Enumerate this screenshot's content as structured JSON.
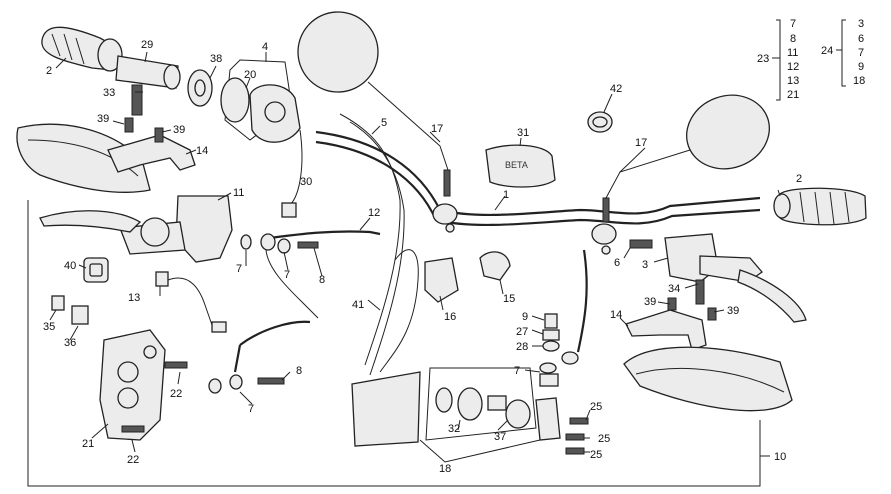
{
  "callouts": {
    "c1": "1",
    "c2a": "2",
    "c2b": "2",
    "c3": "3",
    "c4": "4",
    "c5": "5",
    "c6": "6",
    "c7a": "7",
    "c7b": "7",
    "c7c": "7",
    "c7d": "7",
    "c8a": "8",
    "c8b": "8",
    "c9": "9",
    "c10": "10",
    "c11": "11",
    "c12": "12",
    "c13": "13",
    "c14a": "14",
    "c14b": "14",
    "c15": "15",
    "c16": "16",
    "c17a": "17",
    "c17b": "17",
    "c18": "18",
    "c20": "20",
    "c21": "21",
    "c22a": "22",
    "c22b": "22",
    "c23": "23",
    "c24": "24",
    "c25a": "25",
    "c25b": "25",
    "c25c": "25",
    "c27": "27",
    "c28": "28",
    "c29": "29",
    "c30": "30",
    "c31": "31",
    "c32": "32",
    "c33": "33",
    "c34": "34",
    "c35": "35",
    "c36": "36",
    "c37": "37",
    "c38": "38",
    "c39a": "39",
    "c39b": "39",
    "c39c": "39",
    "c39d": "39",
    "c40": "40",
    "c41": "41",
    "c42": "42"
  },
  "kit23": [
    "7",
    "8",
    "11",
    "12",
    "13",
    "21"
  ],
  "kit24": [
    "3",
    "6",
    "7",
    "9",
    "18"
  ],
  "brand_text": "BETA"
}
